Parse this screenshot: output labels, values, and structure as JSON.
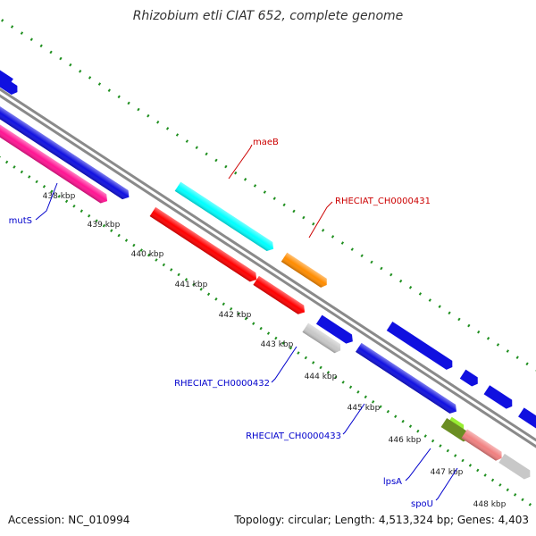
{
  "title": "Rhizobium etli CIAT 652, complete genome",
  "footer": {
    "accession": "Accession: NC_010994",
    "summary": "Topology: circular; Length: 4,513,324 bp; Genes: 4,403"
  },
  "ticks": [
    {
      "label": "438 kbp"
    },
    {
      "label": "439 kbp"
    },
    {
      "label": "440 kbp"
    },
    {
      "label": "441 kbp"
    },
    {
      "label": "442 kbp"
    },
    {
      "label": "443 kbp"
    },
    {
      "label": "444 kbp"
    },
    {
      "label": "445 kbp"
    },
    {
      "label": "446 kbp"
    },
    {
      "label": "447 kbp"
    },
    {
      "label": "448 kbp"
    }
  ],
  "gene_labels": [
    {
      "id": "mutS",
      "text": "mutS",
      "color": "#0000cc"
    },
    {
      "id": "maeB",
      "text": "maeB",
      "color": "#cc0000"
    },
    {
      "id": "ch0000431",
      "text": "RHECIAT_CH0000431",
      "color": "#cc0000"
    },
    {
      "id": "ch0000432",
      "text": "RHECIAT_CH0000432",
      "color": "#0000cc"
    },
    {
      "id": "ch0000433",
      "text": "RHECIAT_CH0000433",
      "color": "#0000cc"
    },
    {
      "id": "lpsA",
      "text": "lpsA",
      "color": "#0000cc"
    },
    {
      "id": "spoU",
      "text": "spoU",
      "color": "#0000cc"
    }
  ],
  "colors": {
    "backbone": "#888888",
    "tick_dots": "#1f8f1f",
    "blue_gene": "#1010e0",
    "cyan_gene": "#00ffff",
    "red_gene": "#ff0000",
    "magenta_gene": "#ff1493",
    "orange_gene": "#ff8c00",
    "grey_gene": "#c8c8c8",
    "lime_gene": "#99ee33",
    "salmon_gene": "#f08080",
    "olive_gene": "#6b8e23",
    "blue_label": "#0000cc",
    "red_label": "#cc0000"
  }
}
